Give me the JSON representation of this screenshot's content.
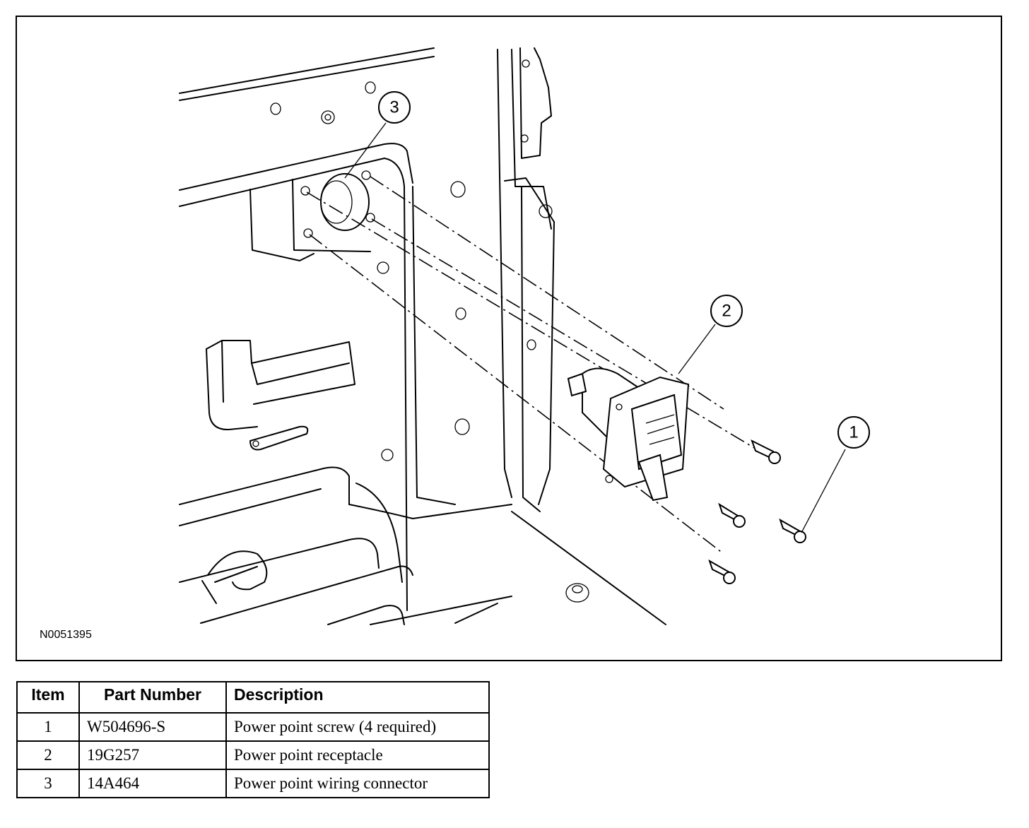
{
  "figure": {
    "id": "N0051395",
    "callouts": [
      {
        "number": "3"
      },
      {
        "number": "2"
      },
      {
        "number": "1"
      }
    ]
  },
  "parts_table": {
    "headers": [
      "Item",
      "Part Number",
      "Description"
    ],
    "rows": [
      {
        "item": "1",
        "part_number": "W504696-S",
        "description": "Power point screw (4 required)"
      },
      {
        "item": "2",
        "part_number": "19G257",
        "description": "Power point receptacle"
      },
      {
        "item": "3",
        "part_number": "14A464",
        "description": "Power point wiring connector"
      }
    ]
  }
}
